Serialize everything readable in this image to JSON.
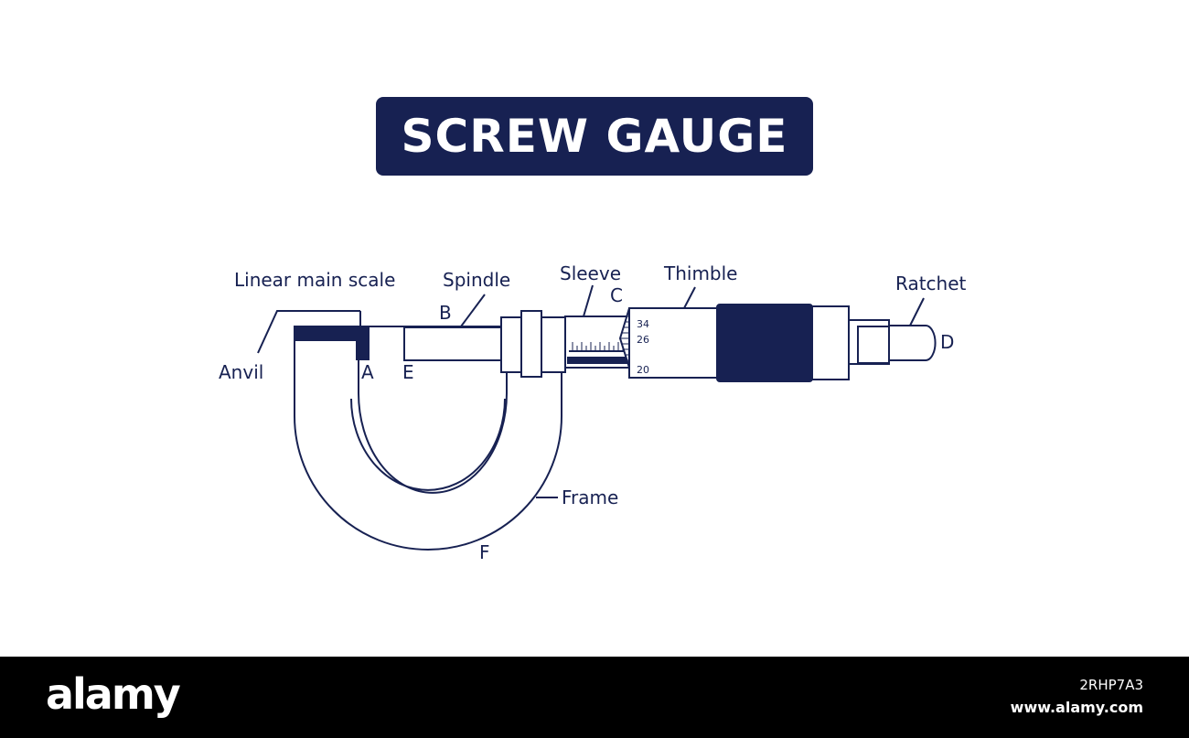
{
  "title": "SCREW GAUGE",
  "colors": {
    "primary": "#172152",
    "background": "#ffffff",
    "footer": "#000000"
  },
  "labels": {
    "linear_main_scale": "Linear main scale",
    "spindle": "Spindle",
    "sleeve": "Sleeve",
    "thimble": "Thimble",
    "ratchet": "Ratchet",
    "anvil": "Anvil",
    "frame": "Frame",
    "a": "A",
    "b": "B",
    "c": "C",
    "d": "D",
    "e": "E",
    "f": "F"
  },
  "thimble_scale": {
    "top": "34",
    "mid": "26",
    "bottom": "20"
  },
  "watermark": {
    "logo": "alamy",
    "image_id": "2RHP7A3",
    "url": "www.alamy.com"
  }
}
